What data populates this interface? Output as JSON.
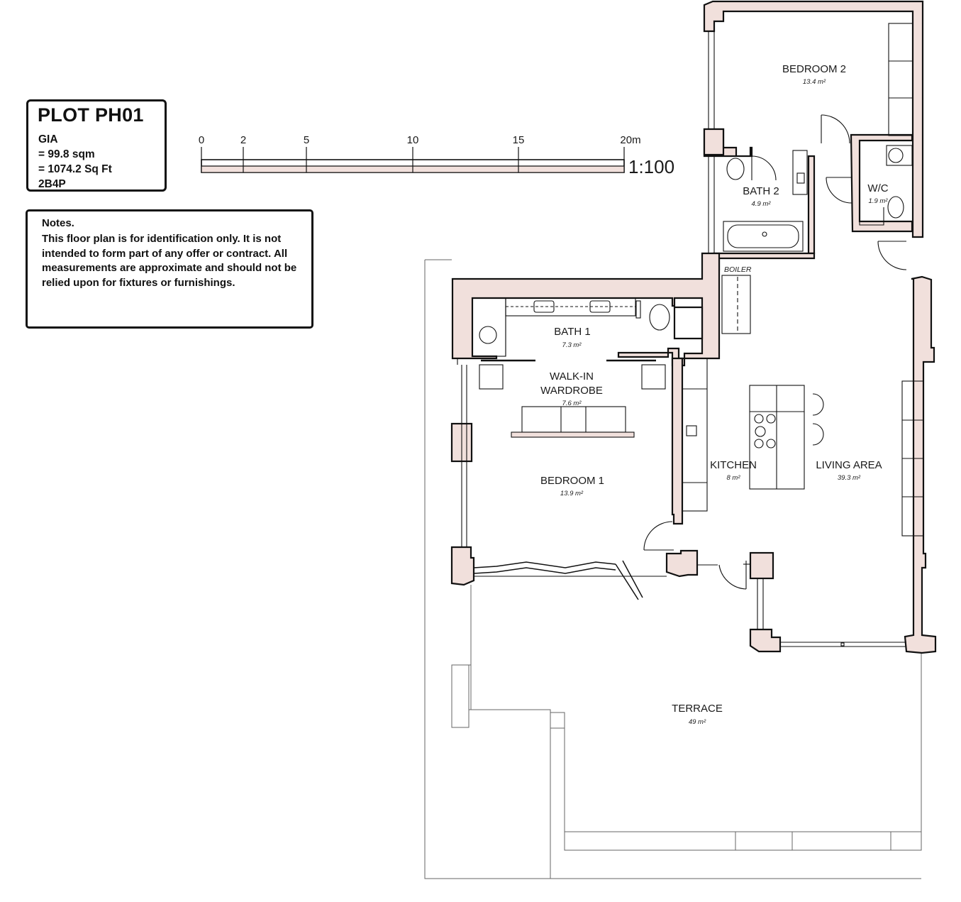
{
  "plot": {
    "title": "PLOT PH01",
    "gia_label": "GIA",
    "sqm": "= 99.8 sqm",
    "sqft": "= 1074.2 Sq Ft",
    "type": "2B4P"
  },
  "notes": {
    "title": "Notes.",
    "text": "This floor plan is for identification only. It is not intended to form part of any offer or contract. All measurements are approximate and should not be relied upon for fixtures or furnishings."
  },
  "scale_bar": {
    "ticks": [
      "0",
      "2",
      "5",
      "10",
      "15",
      "20m"
    ],
    "ratio": "1:100"
  },
  "rooms": {
    "bedroom2": {
      "name": "BEDROOM 2",
      "area": "13.4 m²"
    },
    "bath2": {
      "name": "BATH 2",
      "area": "4.9 m²"
    },
    "wc": {
      "name": "W/C",
      "area": "1.9 m²"
    },
    "boiler": {
      "name": "BOILER"
    },
    "bath1": {
      "name": "BATH 1",
      "area": "7.3 m²"
    },
    "wardrobe": {
      "name_line1": "WALK-IN",
      "name_line2": "WARDROBE",
      "area": "7.6 m²"
    },
    "kitchen": {
      "name": "KITCHEN",
      "area": "8 m²"
    },
    "living": {
      "name": "LIVING AREA",
      "area": "39.3 m²"
    },
    "bedroom1": {
      "name": "BEDROOM 1",
      "area": "13.9 m²"
    },
    "terrace": {
      "name": "TERRACE",
      "area": "49 m²"
    }
  },
  "colors": {
    "wall_fill": "#f1e0dc",
    "line": "#111111",
    "scale_fill": "#f1e0dc"
  }
}
